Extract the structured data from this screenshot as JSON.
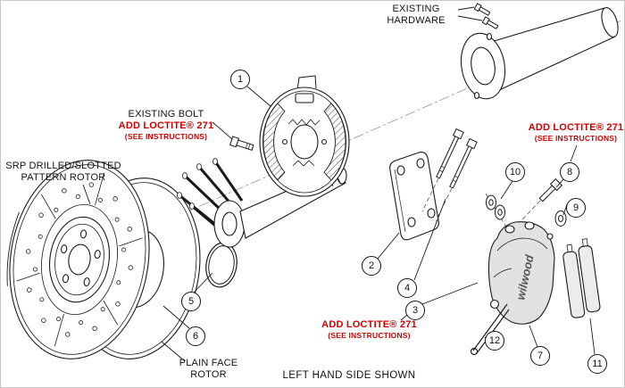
{
  "diagram": {
    "accent_red": "#d10000",
    "line_color": "#1a1a1a",
    "caliper_logo": "wilwood",
    "footer": "LEFT HAND SIDE SHOWN",
    "labels": {
      "existing_hardware": {
        "line1": "EXISTING",
        "line2": "HARDWARE"
      },
      "existing_bolt": {
        "title": "EXISTING BOLT",
        "loctite": "ADD LOCTITE® 271",
        "note": "(SEE INSTRUCTIONS)"
      },
      "srp_rotor": {
        "line1": "SRP DRILLED/SLOTTED",
        "line2": "PATTERN ROTOR"
      },
      "loctite_right": {
        "loctite": "ADD LOCTITE® 271",
        "note": "(SEE INSTRUCTIONS)"
      },
      "loctite_bottom": {
        "loctite": "ADD LOCTITE® 271",
        "note": "(SEE INSTRUCTIONS)"
      },
      "plain_rotor": {
        "line1": "PLAIN FACE",
        "line2": "ROTOR"
      }
    },
    "callouts": [
      {
        "number": "1"
      },
      {
        "number": "2"
      },
      {
        "number": "3"
      },
      {
        "number": "4"
      },
      {
        "number": "5"
      },
      {
        "number": "6"
      },
      {
        "number": "7"
      },
      {
        "number": "8"
      },
      {
        "number": "9"
      },
      {
        "number": "10"
      },
      {
        "number": "11"
      },
      {
        "number": "12"
      }
    ]
  }
}
